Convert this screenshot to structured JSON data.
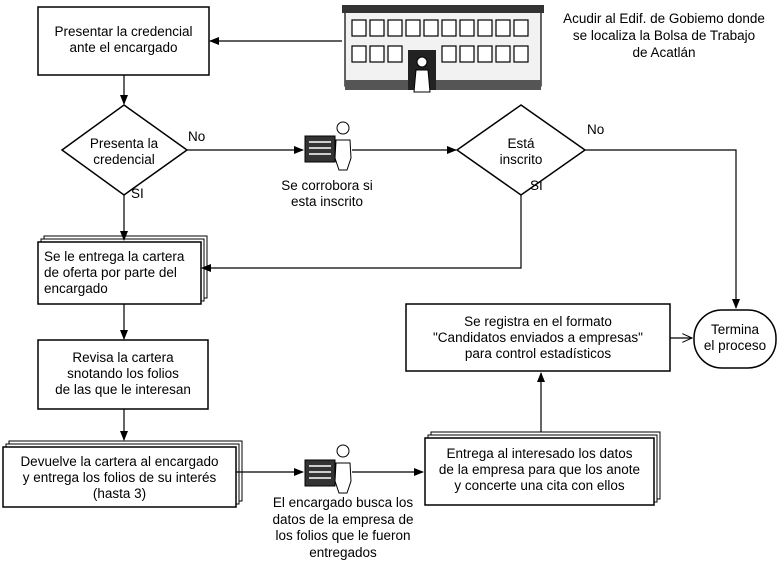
{
  "top_caption": [
    "Acudir al Edif. de Gobiemo donde",
    "se localiza la Bolsa de Trabajo",
    "de Acatlán"
  ],
  "box_presentar": [
    "Presentar la credencial",
    "ante el encargado"
  ],
  "decision_credencial": {
    "label": [
      "Presenta la",
      "credencial"
    ],
    "no": "No",
    "si": "SI"
  },
  "check_caption": [
    "Se corrobora si",
    "esta inscrito"
  ],
  "decision_inscrito": {
    "label": [
      "Está",
      "inscrito"
    ],
    "no": "No",
    "si": "SI"
  },
  "doc_cartera": [
    "Se le entrega la cartera",
    "de oferta por parte del",
    "encargado"
  ],
  "box_revisa": [
    "Revisa la cartera",
    "snotando los folios",
    "de las que le interesan"
  ],
  "doc_devuelve": [
    "Devuelve la cartera al encargado",
    "y entrega los folios de su interés",
    "(hasta 3)"
  ],
  "search_caption": [
    "El encargado busca los",
    "datos de la empresa de",
    "los folios que le fueron",
    "entregados"
  ],
  "doc_entrega": [
    "Entrega al interesado los datos",
    "de la empresa para que los anote",
    "y concerte una cita con ellos"
  ],
  "box_registra": [
    "Se registra en el formato",
    "\"Candidatos enviados a empresas\"",
    "para control estadísticos"
  ],
  "terminal": [
    "Termina",
    "el proceso"
  ]
}
